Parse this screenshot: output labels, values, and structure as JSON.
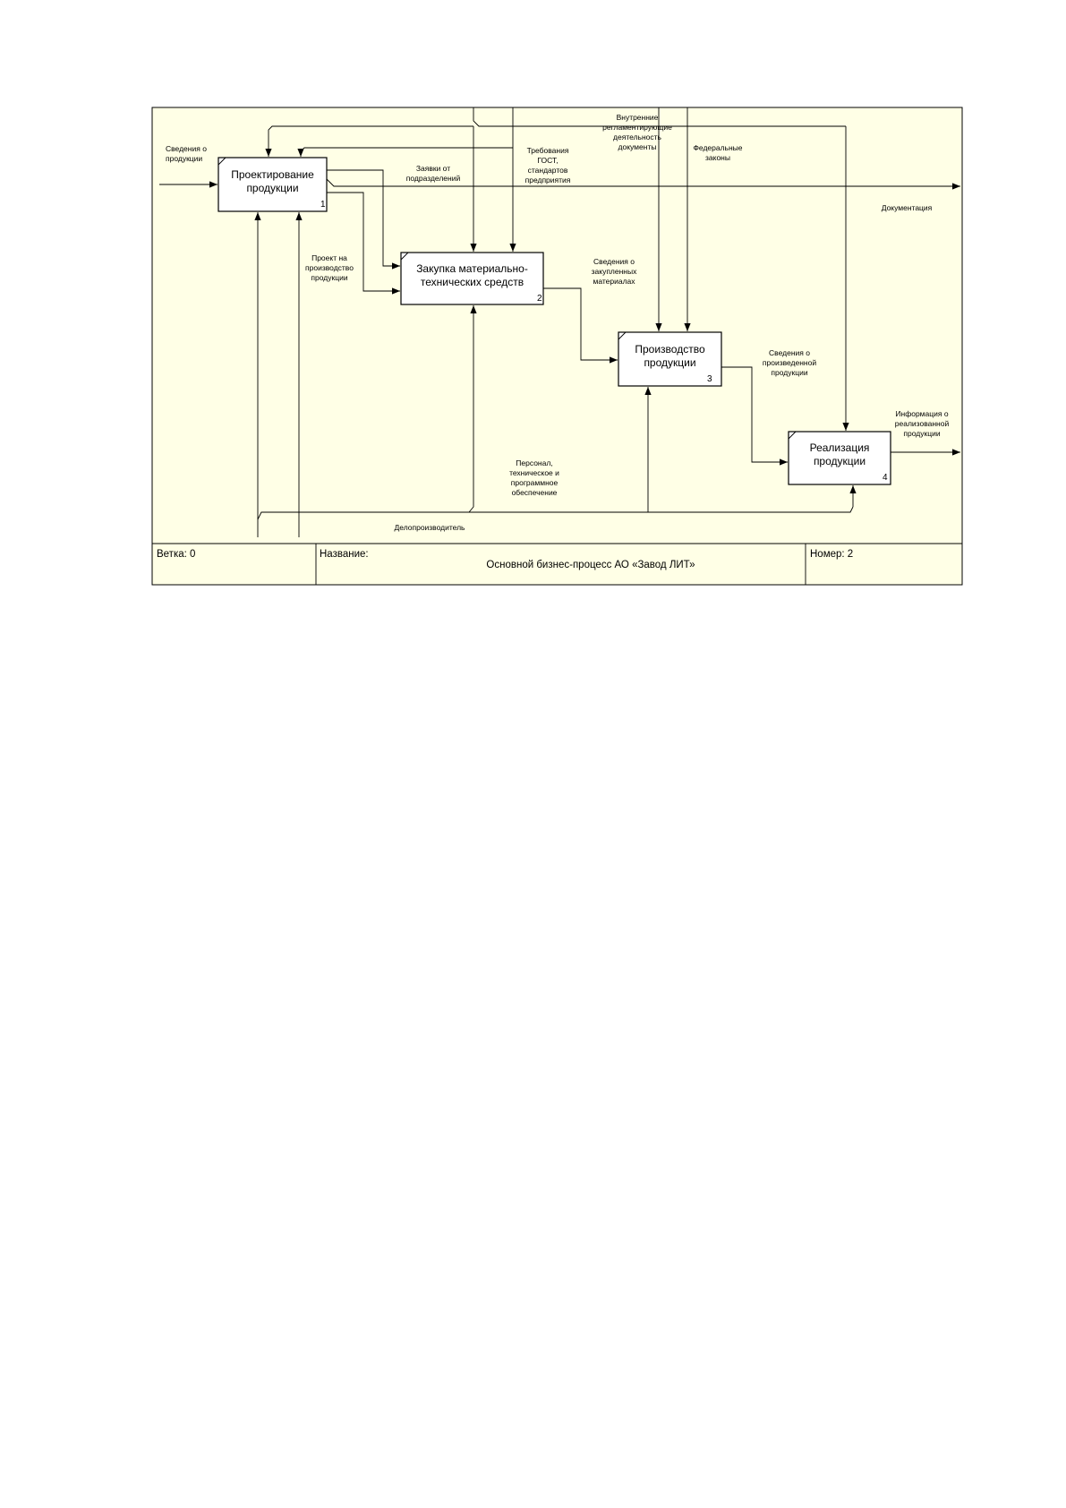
{
  "diagram": {
    "background_color": "#ffffe6",
    "boxes": [
      {
        "id": "box-1",
        "title_lines": [
          "Проектирование",
          "продукции"
        ],
        "number": "1"
      },
      {
        "id": "box-2",
        "title_lines": [
          "Закупка материально-",
          "технических средств"
        ],
        "number": "2"
      },
      {
        "id": "box-3",
        "title_lines": [
          "Производство",
          "продукции"
        ],
        "number": "3"
      },
      {
        "id": "box-4",
        "title_lines": [
          "Реализация",
          "продукции"
        ],
        "number": "4"
      }
    ],
    "arrow_labels": {
      "input_info": [
        "Сведения о",
        "продукции"
      ],
      "dept_requests": [
        "Заявки от",
        "подразделений"
      ],
      "gost_requirements": [
        "Требования",
        "ГОСТ,",
        "стандартов",
        "предприятия"
      ],
      "internal_docs": [
        "Внутренние",
        "регламентирующие",
        "деятельность",
        "документы"
      ],
      "federal_laws": [
        "Федеральные",
        "законы"
      ],
      "documentation": [
        "Документация"
      ],
      "production_project": [
        "Проект на",
        "производство",
        "продукции"
      ],
      "purchased_materials": [
        "Сведения о",
        "закупленных",
        "материалах"
      ],
      "produced_products": [
        "Сведения о",
        "произведенной",
        "продукции"
      ],
      "sold_products": [
        "Информация о",
        "реализованной",
        "продукции"
      ],
      "personnel": [
        "Персонал,",
        "техническое и",
        "программное",
        "обеспечение"
      ],
      "clerk": [
        "Делопроизводитель"
      ]
    },
    "footer": {
      "branch": "Ветка: 0",
      "name_label": "Название:",
      "title": "Основной бизнес-процесс АО «Завод ЛИТ»",
      "number": "Номер: 2"
    }
  }
}
